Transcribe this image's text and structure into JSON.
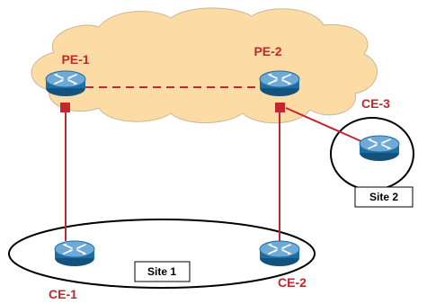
{
  "colors": {
    "cloud_fill": "#fcdca4",
    "cloud_stroke": "#c8b898",
    "link": "#c0282e",
    "label": "#c0282e",
    "router_body": "#1e6ea6",
    "router_top": "#7fb8e0",
    "ellipse_stroke": "#000000"
  },
  "routers": {
    "pe1": {
      "label": "PE-1",
      "icon": "router-icon"
    },
    "pe2": {
      "label": "PE-2",
      "icon": "router-icon"
    },
    "ce1": {
      "label": "CE-1",
      "icon": "router-icon"
    },
    "ce2": {
      "label": "CE-2",
      "icon": "router-icon"
    },
    "ce3": {
      "label": "CE-3",
      "icon": "router-icon"
    }
  },
  "sites": {
    "site1": {
      "label": "Site 1"
    },
    "site2": {
      "label": "Site 2"
    }
  }
}
